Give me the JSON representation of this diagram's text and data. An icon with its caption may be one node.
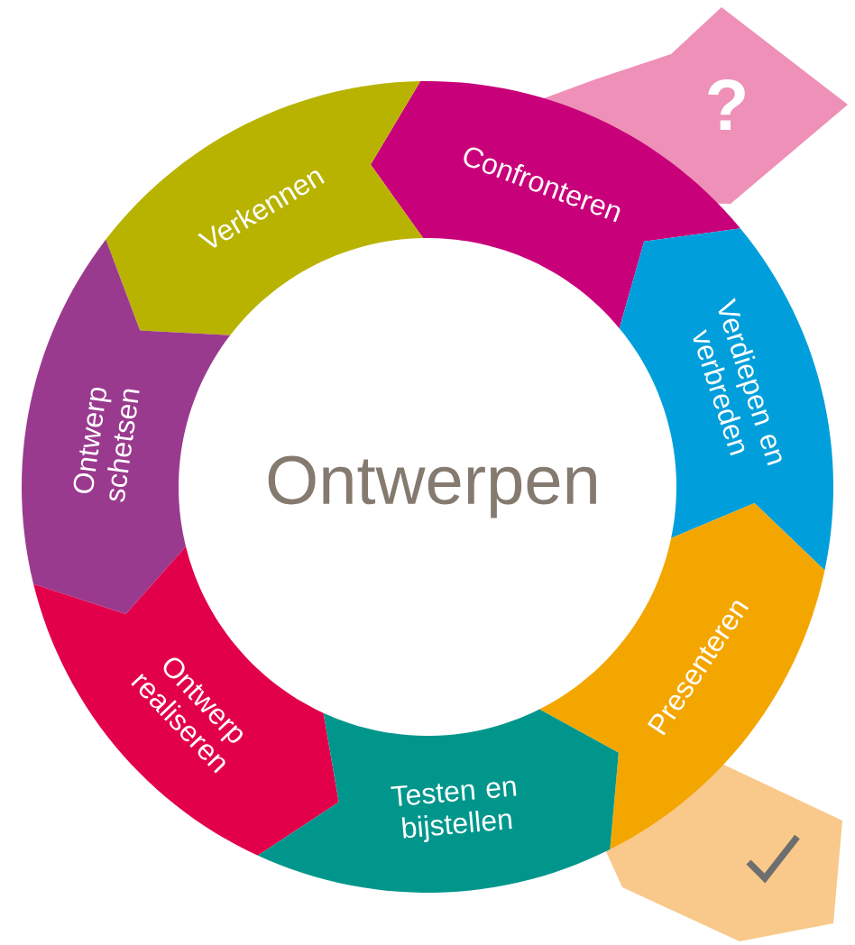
{
  "diagram": {
    "title": "Ontwerpen",
    "nodes": [
      {
        "text": [
          "?"
        ]
      },
      {
        "text": [
          "Confronteren"
        ]
      },
      {
        "text": [
          "Verkennen"
        ]
      },
      {
        "text": [
          "Verdiepen en verbreden"
        ]
      },
      {
        "text": [
          "Ontwerp schetsen"
        ]
      },
      {
        "text": [
          "Presenteren"
        ]
      },
      {
        "text": [
          "Ontwerp realiseren"
        ]
      },
      {
        "text": [
          "Testen en bijstellen"
        ]
      },
      {
        "text": [],
        "shape": "band"
      }
    ]
  }
}
